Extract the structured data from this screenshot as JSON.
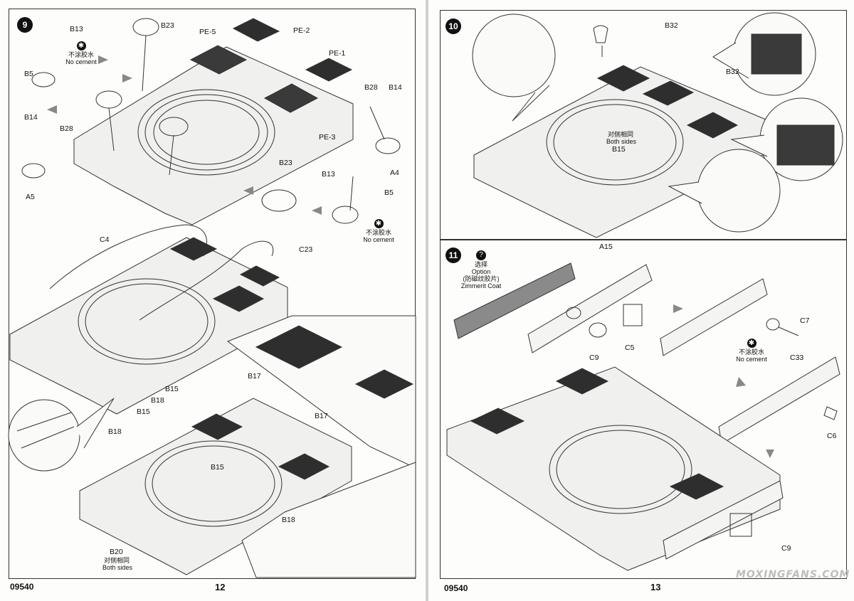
{
  "left_page": {
    "code": "09540",
    "number": "12",
    "step9": {
      "number": "9",
      "parts": [
        "B13",
        "B23",
        "PE-5",
        "PE-2",
        "PE-1",
        "B5",
        "B28",
        "B14",
        "B14",
        "B28",
        "PE-3",
        "A5",
        "A4",
        "B23",
        "B13",
        "B5"
      ],
      "no_cement_top": {
        "cn": "不涂胶水",
        "en": "No cement"
      },
      "no_cement_bottom": {
        "cn": "不涂胶水",
        "en": "No cement"
      }
    },
    "lower_step": {
      "parts": [
        "C4",
        "C23",
        "B17",
        "B15",
        "B18",
        "B15",
        "B18",
        "B17",
        "B15",
        "B18",
        "B20"
      ],
      "both_sides": {
        "cn": "对侧相同",
        "en": "Both sides"
      }
    }
  },
  "right_page": {
    "code": "09540",
    "number": "13",
    "step10": {
      "number": "10",
      "parts": [
        "B32",
        "B32",
        "B15"
      ],
      "both_sides": {
        "cn": "对侧相同",
        "en": "Both sides"
      }
    },
    "step11": {
      "number": "11",
      "option_icon": "?",
      "option": {
        "cn": "选择",
        "en": "Option",
        "cn2": "(防磁纹胶片)",
        "en2": "Zimmerit Coat"
      },
      "parts": [
        "A15",
        "C9",
        "C5",
        "C7",
        "C33",
        "C6",
        "C9"
      ],
      "no_cement": {
        "cn": "不涂胶水",
        "en": "No cement"
      }
    }
  },
  "watermark": "MOXINGFANS.COM",
  "no_cement_icon": "✱"
}
